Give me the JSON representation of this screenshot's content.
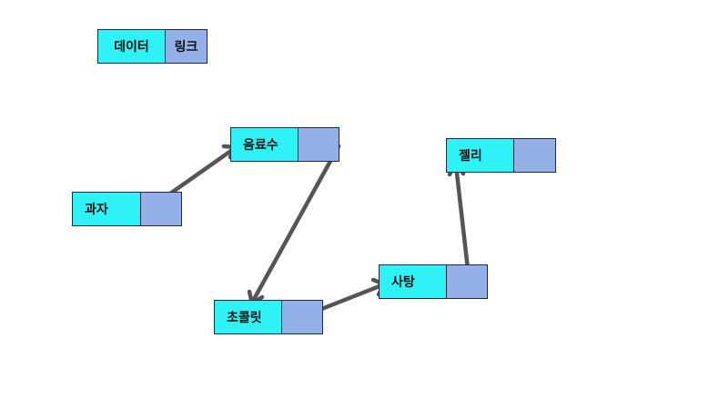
{
  "legend": {
    "data_label": "데이터",
    "link_label": "링크"
  },
  "nodes": [
    {
      "id": "snack",
      "label": "과자"
    },
    {
      "id": "drink",
      "label": "음료수"
    },
    {
      "id": "chocolate",
      "label": "초콜릿"
    },
    {
      "id": "candy",
      "label": "사탕"
    },
    {
      "id": "jelly",
      "label": "젤리"
    }
  ],
  "links": [
    {
      "from": "snack",
      "to": "drink"
    },
    {
      "from": "drink",
      "to": "chocolate"
    },
    {
      "from": "chocolate",
      "to": "candy"
    },
    {
      "from": "candy",
      "to": "jelly"
    }
  ],
  "colors": {
    "data_fill": "#2ef2f6",
    "link_fill": "#93b1e8",
    "border": "#1f2a44",
    "arrow": "#555555"
  }
}
